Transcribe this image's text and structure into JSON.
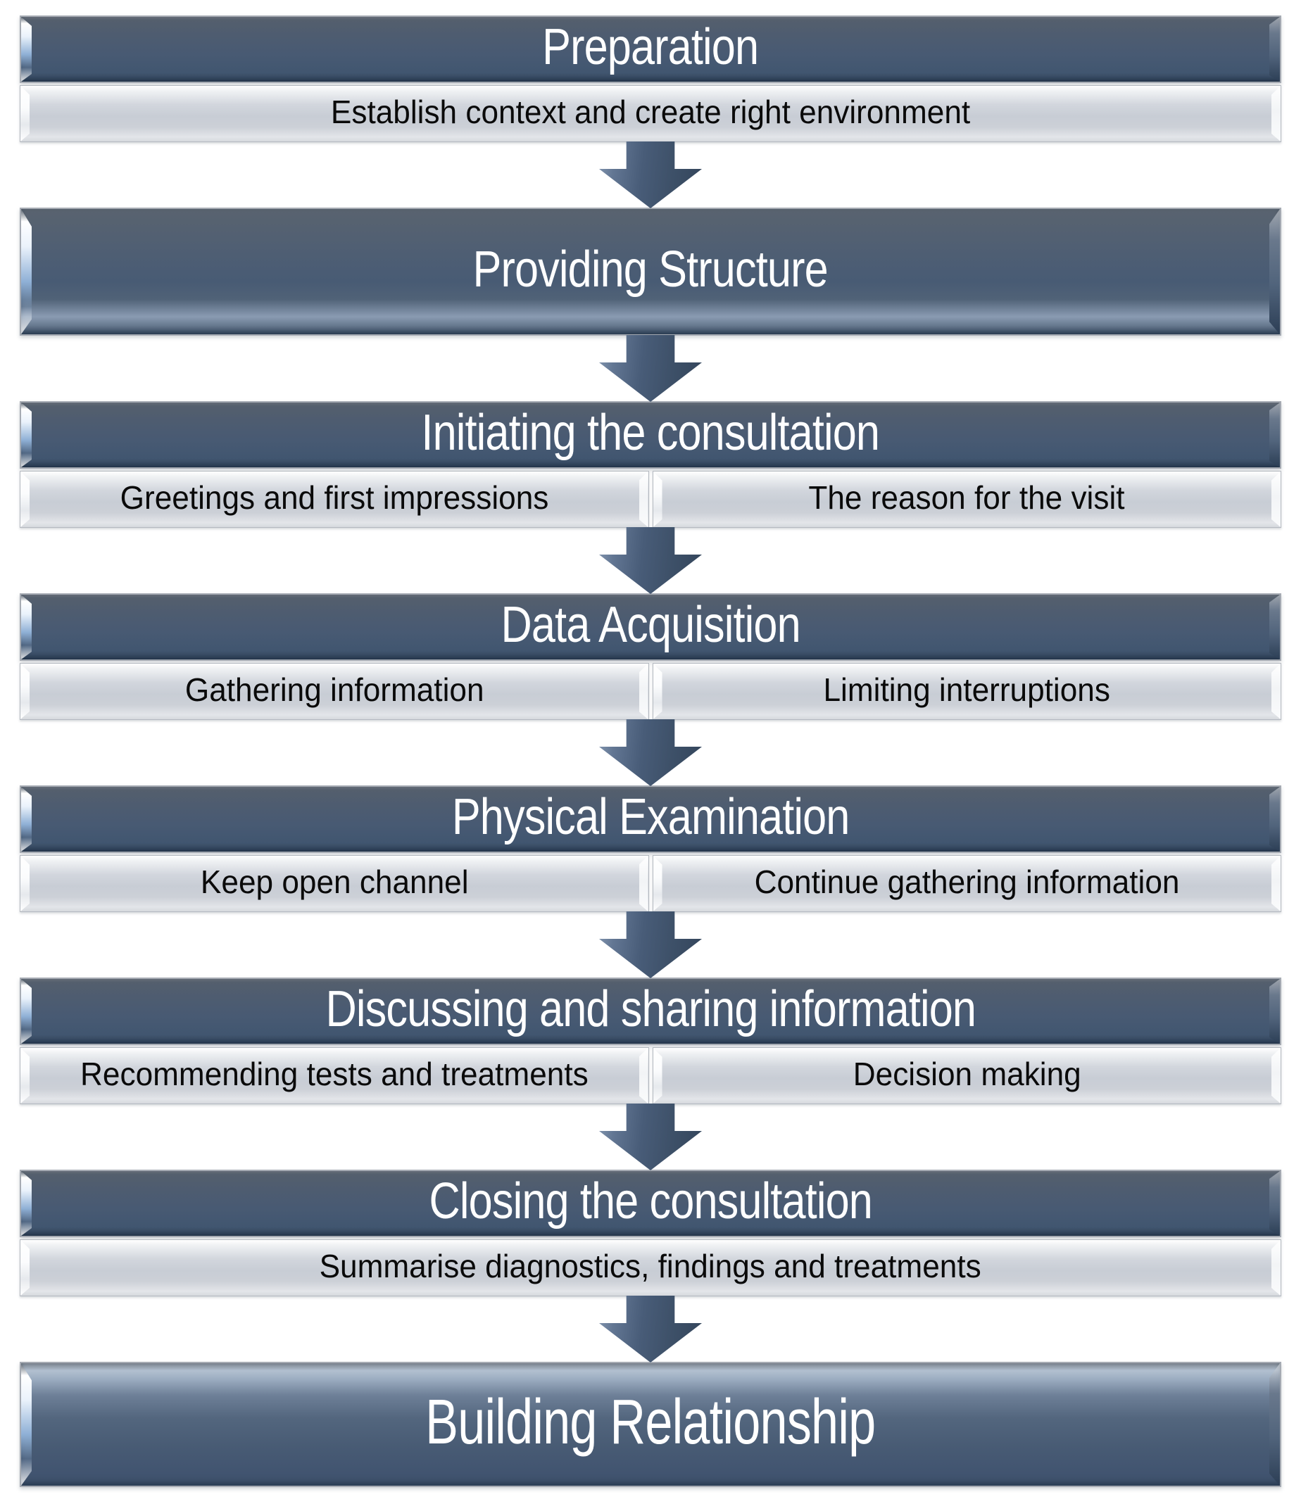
{
  "diagram": {
    "kind": "consultation-stages-flowchart",
    "background": "#ffffff"
  },
  "colors": {
    "title_bar_fill": "#485a73",
    "title_bar_border": "#a6abb3",
    "sub_bar_fill": "#c9ced6",
    "sub_bar_border": "#b4b9c0",
    "arrow_fill": "#3f5269",
    "title_text": "#ffffff",
    "sub_text": "#0a0a0a"
  },
  "icons": {
    "down_arrow": "▼"
  },
  "flow": {
    "steps": [
      {
        "title": "Preparation",
        "subs": [
          "Establish context and create right environment"
        ]
      },
      {
        "title": "Providing Structure",
        "subs": []
      },
      {
        "title": "Initiating the consultation",
        "subs": [
          "Greetings and first impressions",
          "The reason for the visit"
        ]
      },
      {
        "title": "Data Acquisition",
        "subs": [
          "Gathering information",
          "Limiting interruptions"
        ]
      },
      {
        "title": "Physical Examination",
        "subs": [
          "Keep open channel",
          "Continue gathering information"
        ]
      },
      {
        "title": "Discussing and sharing information",
        "subs": [
          "Recommending tests and treatments",
          "Decision making"
        ]
      },
      {
        "title": "Closing the consultation",
        "subs": [
          "Summarise diagnostics, findings and treatments"
        ]
      },
      {
        "title": "Building Relationship",
        "subs": []
      }
    ]
  }
}
